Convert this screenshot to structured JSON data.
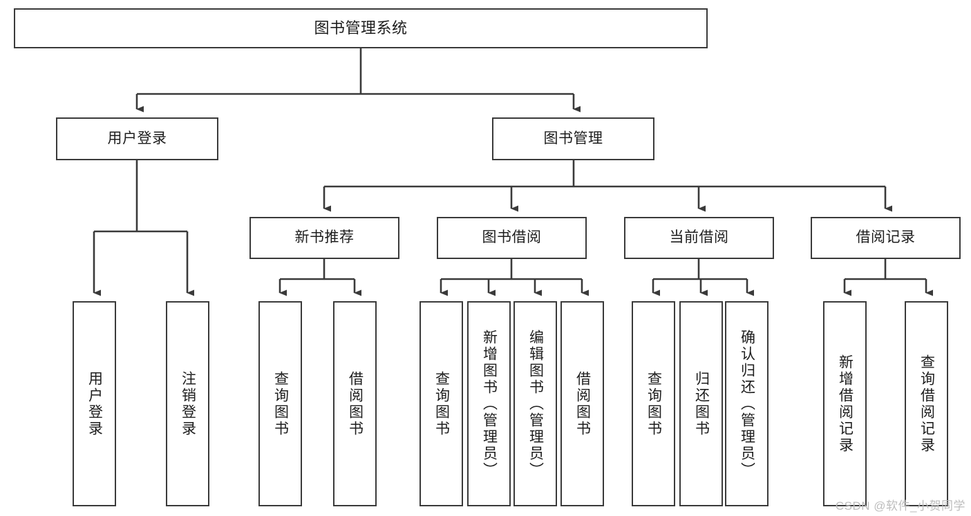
{
  "diagram": {
    "type": "tree-hierarchy",
    "title_node": {
      "label": "图书管理系统"
    },
    "level2": [
      {
        "label": "用户登录"
      },
      {
        "label": "图书管理"
      }
    ],
    "level3": [
      {
        "label": "新书推荐"
      },
      {
        "label": "图书借阅"
      },
      {
        "label": "当前借阅"
      },
      {
        "label": "借阅记录"
      }
    ],
    "leaves": {
      "user_login": [
        {
          "label": "用户登录"
        },
        {
          "label": "注销登录"
        }
      ],
      "new_book_recommend": [
        {
          "label": "查询图书"
        },
        {
          "label": "借阅图书"
        }
      ],
      "book_borrow": [
        {
          "label": "查询图书"
        },
        {
          "label": "新增图书（管理员）"
        },
        {
          "label": "编辑图书（管理员）"
        },
        {
          "label": "借阅图书"
        }
      ],
      "current_borrow": [
        {
          "label": "查询图书"
        },
        {
          "label": "归还图书"
        },
        {
          "label": "确认归还（管理员）"
        }
      ],
      "borrow_record": [
        {
          "label": "新增借阅记录"
        },
        {
          "label": "查询借阅记录"
        }
      ]
    }
  },
  "watermark": {
    "text": "CSDN @软件_小贺同学"
  },
  "colors": {
    "border": "#3a3a3a",
    "background": "#ffffff",
    "text": "#1d1d1d",
    "watermark": "#bdbdbd"
  }
}
